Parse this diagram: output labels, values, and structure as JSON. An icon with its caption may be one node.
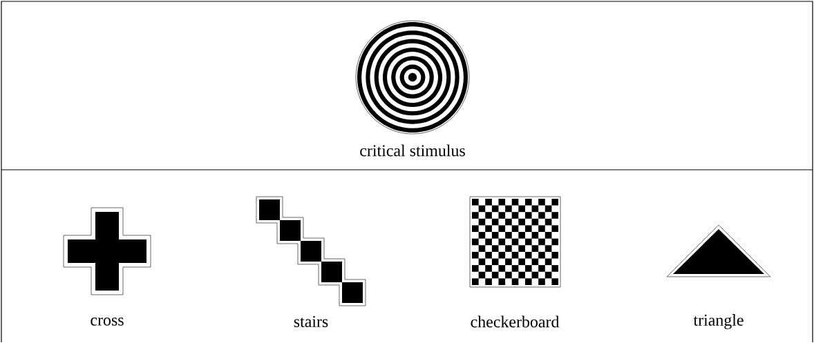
{
  "diagram": {
    "labels": [
      "critical stimulus",
      "cross",
      "stairs",
      "checkerboard",
      "triangle"
    ]
  }
}
